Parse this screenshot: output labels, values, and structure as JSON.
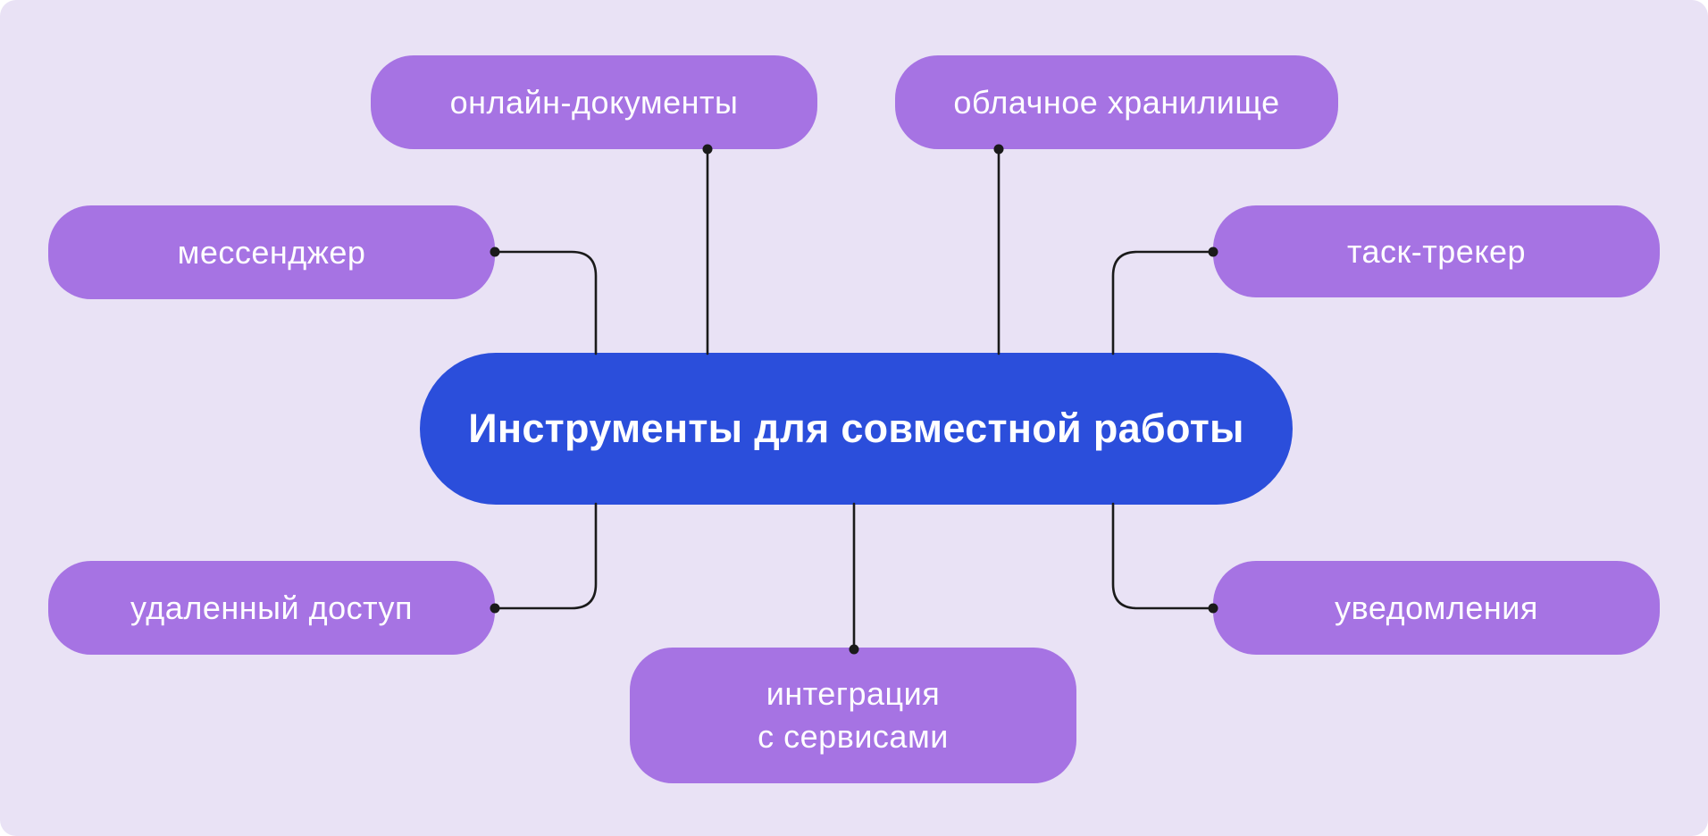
{
  "diagram": {
    "center": {
      "label": "Инструменты для совместной работы"
    },
    "nodes": [
      {
        "id": "online-docs",
        "label": "онлайн-документы"
      },
      {
        "id": "cloud-storage",
        "label": "облачное хранилище"
      },
      {
        "id": "messenger",
        "label": "мессенджер"
      },
      {
        "id": "task-tracker",
        "label": "таск-трекер"
      },
      {
        "id": "remote-access",
        "label": "удаленный доступ"
      },
      {
        "id": "notifications",
        "label": "уведомления"
      },
      {
        "id": "integration",
        "label": "интеграция\nс сервисами"
      }
    ],
    "colors": {
      "page_background": "#FFFFFF",
      "surface": "#E9E2F5",
      "center_node": "#2B4EDB",
      "satellite_node": "#A673E3",
      "connector": "#1A1A1A",
      "node_text": "#FFFFFF"
    }
  }
}
